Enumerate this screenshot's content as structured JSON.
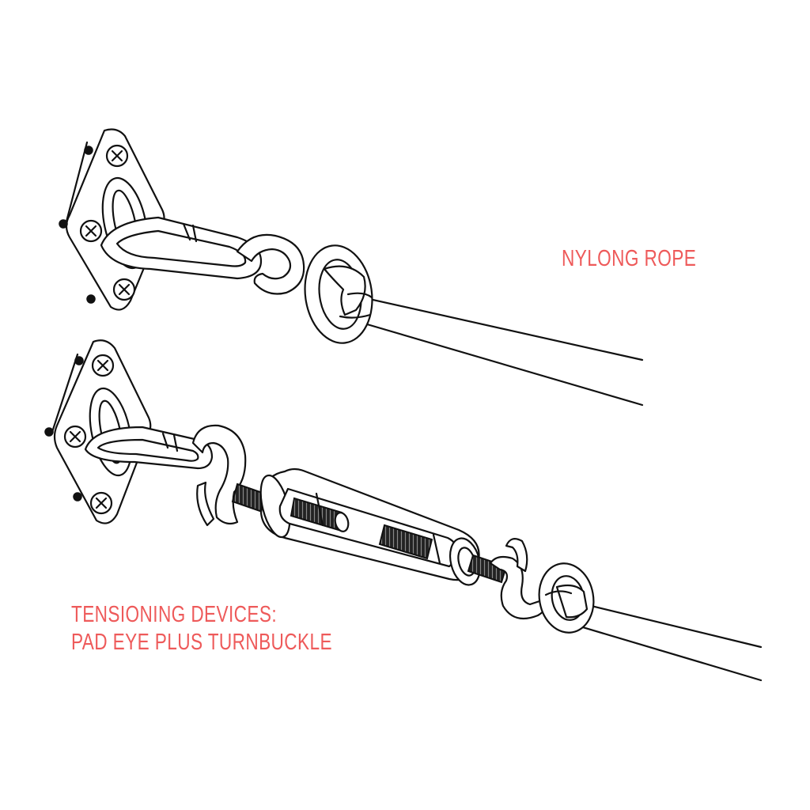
{
  "labels": {
    "rope": "NYLONG ROPE",
    "tension_line1": "TENSIONING DEVICES:",
    "tension_line2": "PAD EYE PLUS TURNBUCKLE"
  },
  "colors": {
    "label": "#ee5a5a",
    "line": "#111111",
    "background": "#ffffff"
  }
}
